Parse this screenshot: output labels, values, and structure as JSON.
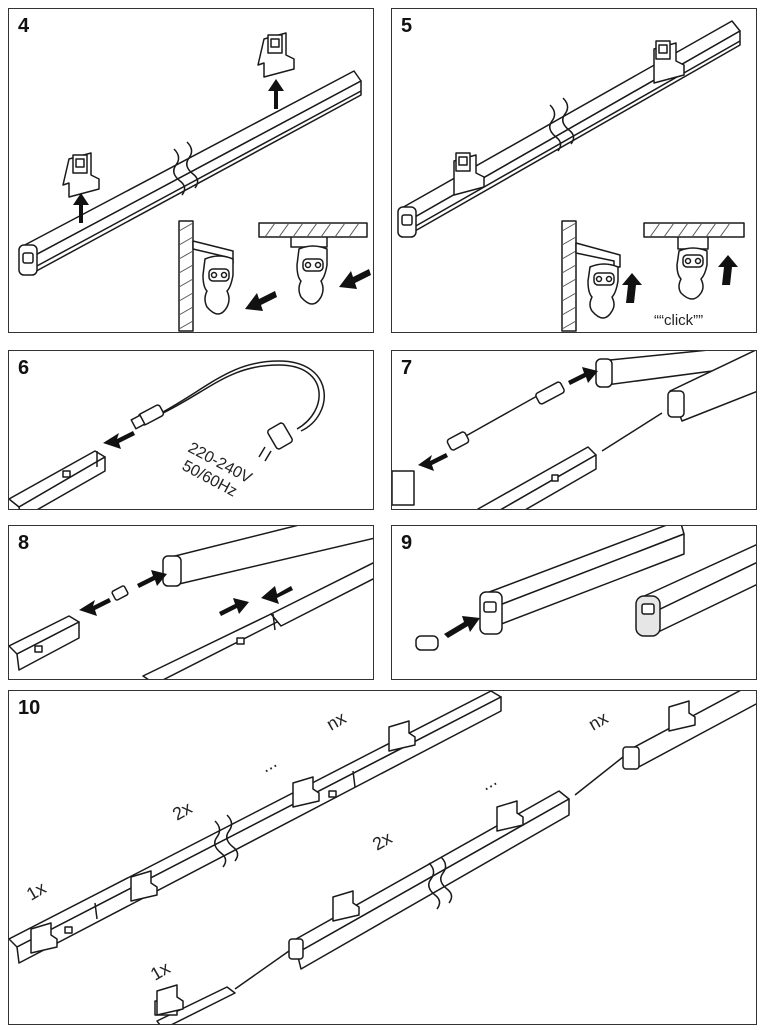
{
  "steps": {
    "s4": {
      "number": "4"
    },
    "s5": {
      "number": "5",
      "click_label": "““click””"
    },
    "s6": {
      "number": "6",
      "voltage": "220-240V",
      "frequency": "50/60Hz"
    },
    "s7": {
      "number": "7"
    },
    "s8": {
      "number": "8"
    },
    "s9": {
      "number": "9"
    },
    "s10": {
      "number": "10",
      "row1_labels": [
        "1x",
        "2x",
        "...",
        "nx"
      ],
      "row2_labels": [
        "1x",
        "2x",
        "...",
        "nx"
      ]
    }
  },
  "colors": {
    "line": "#1a1a1a",
    "fill": "#ffffff",
    "shade": "#d9d9d9",
    "hatch": "#555555"
  }
}
